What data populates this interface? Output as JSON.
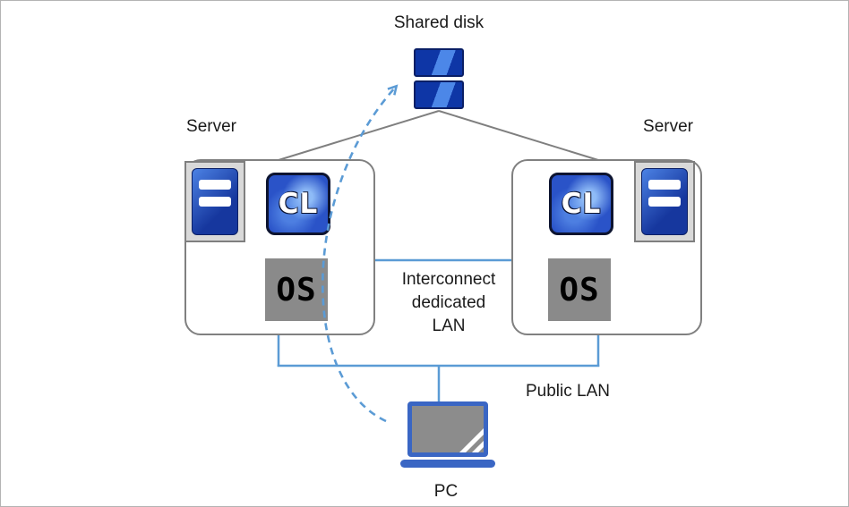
{
  "labels": {
    "shared_disk": "Shared disk",
    "server_left": "Server",
    "server_right": "Server",
    "cl_badge": "CL",
    "os_badge": "OS",
    "interconnect": [
      "Interconnect",
      "dedicated",
      "LAN"
    ],
    "public_lan": "Public LAN",
    "pc": "PC"
  },
  "colors": {
    "icon_blue_dark": "#0e36a6",
    "icon_blue_light": "#4c87e8",
    "cl_icon_blue": "#2a53c8",
    "line_blue": "#5b9bd5",
    "line_gray": "#7f7f7f",
    "box_border_gray": "#808080",
    "os_gray": "#8a8a8a",
    "pc_blue": "#3a66c4",
    "tower_frame_gray": "#d9d9d9"
  }
}
